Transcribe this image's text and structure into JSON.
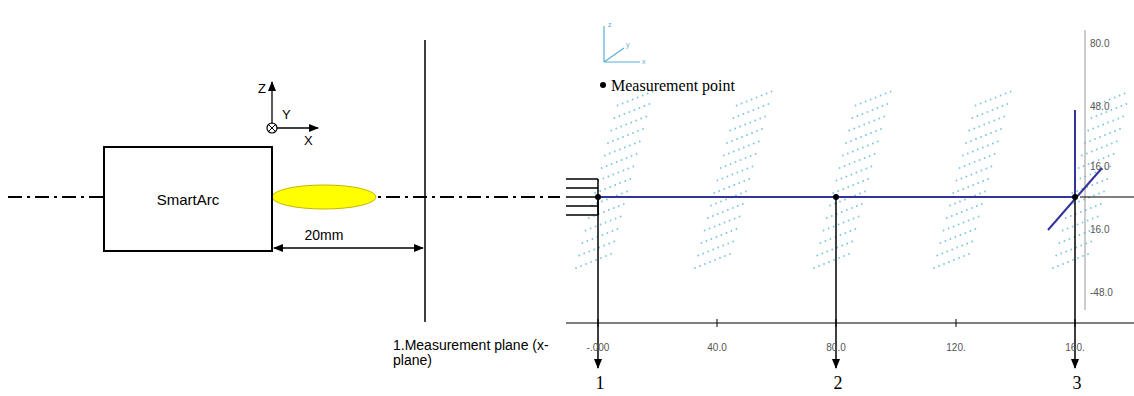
{
  "diagram": {
    "nodes": [
      {
        "text": [
          "SmartArc"
        ]
      }
    ],
    "labels": [
      "Z",
      "Y",
      "X",
      "20mm",
      "1.Measurement plane (x-plane)",
      "Measurement point",
      "z",
      "y",
      "x",
      "-.000",
      "40.0",
      "80.0",
      "120.",
      "160.",
      "80.0",
      "48.0",
      "16.0",
      "16.0",
      "-48.0",
      "1",
      "2",
      "3"
    ]
  }
}
